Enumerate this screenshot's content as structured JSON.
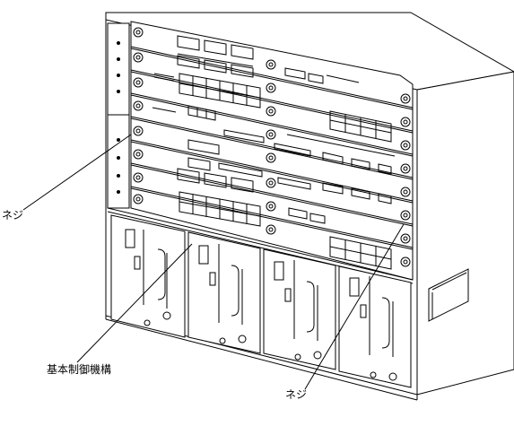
{
  "callouts": {
    "screw_left": "ネジ",
    "base_control_mechanism": "基本制御機構",
    "screw_bottom": "ネジ"
  }
}
